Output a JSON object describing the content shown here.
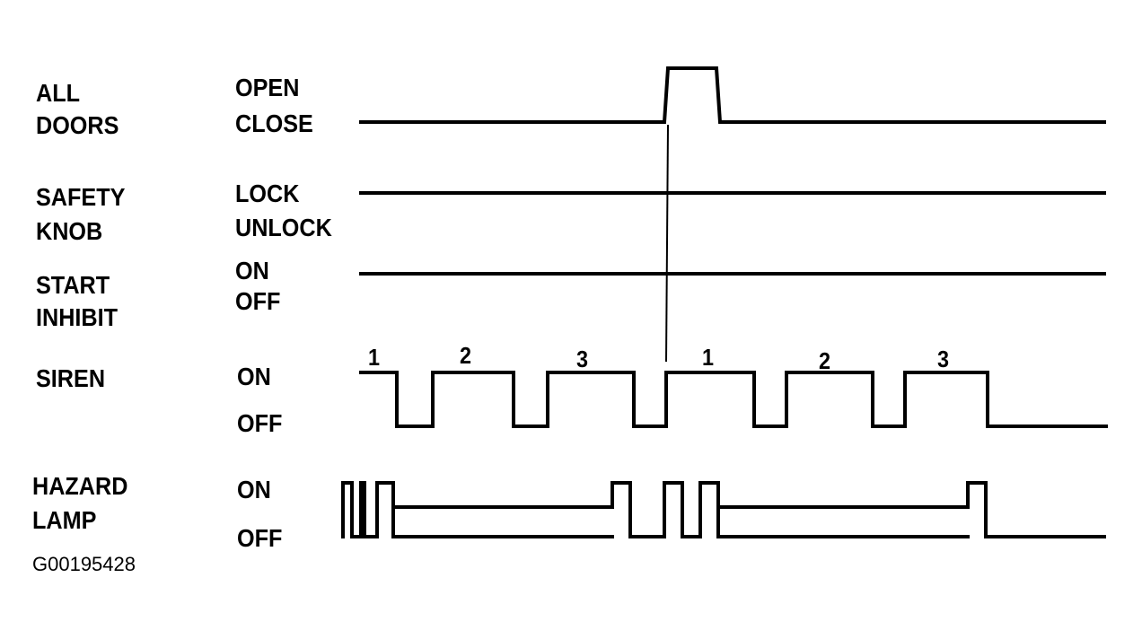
{
  "signals": [
    {
      "name1": "ALL",
      "name2": "DOORS",
      "high": "OPEN",
      "low": "CLOSE",
      "trace": [
        [
          0,
          0
        ],
        [
          338,
          0
        ],
        [
          342,
          1
        ],
        [
          396,
          1
        ],
        [
          400,
          0
        ],
        [
          828,
          0
        ]
      ]
    },
    {
      "name1": "SAFETY",
      "name2": "KNOB",
      "high": "LOCK",
      "low": "UNLOCK",
      "trace": [
        [
          0,
          1
        ],
        [
          828,
          1
        ]
      ]
    },
    {
      "name1": "START",
      "name2": "INHIBIT",
      "high": "ON",
      "low": "OFF",
      "trace": [
        [
          0,
          1
        ],
        [
          828,
          1
        ]
      ]
    },
    {
      "name1": "SIREN",
      "name2": "",
      "high": "ON",
      "low": "OFF",
      "trace": [
        [
          0,
          1
        ],
        [
          40,
          1
        ],
        [
          40,
          0
        ],
        [
          80,
          0
        ],
        [
          80,
          1
        ],
        [
          170,
          1
        ],
        [
          170,
          0
        ],
        [
          208,
          0
        ],
        [
          208,
          1
        ],
        [
          304,
          1
        ],
        [
          304,
          0
        ],
        [
          340,
          0
        ],
        [
          340,
          1
        ],
        [
          438,
          1
        ],
        [
          438,
          0
        ],
        [
          474,
          0
        ],
        [
          474,
          1
        ],
        [
          570,
          1
        ],
        [
          570,
          0
        ],
        [
          606,
          0
        ],
        [
          606,
          1
        ],
        [
          698,
          1
        ],
        [
          698,
          0
        ],
        [
          830,
          0
        ]
      ]
    },
    {
      "name1": "HAZARD",
      "name2": "LAMP",
      "high": "ON",
      "low": "OFF"
    }
  ],
  "siren_phases": [
    "1",
    "2",
    "3",
    "1",
    "2",
    "3"
  ],
  "figure_code": "G00195428"
}
